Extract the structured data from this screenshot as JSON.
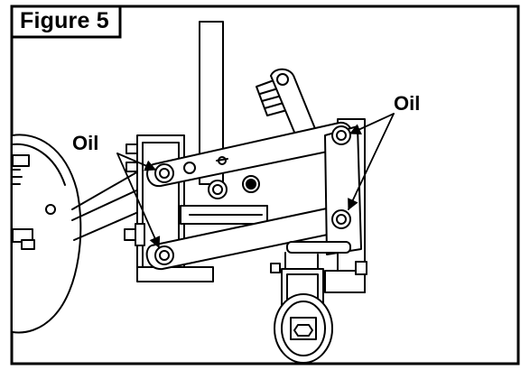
{
  "figure": {
    "title": "Figure 5",
    "callouts": [
      {
        "label": "Oil"
      },
      {
        "label": "Oil"
      }
    ]
  },
  "colors": {
    "line": "#000000",
    "background": "#ffffff"
  }
}
